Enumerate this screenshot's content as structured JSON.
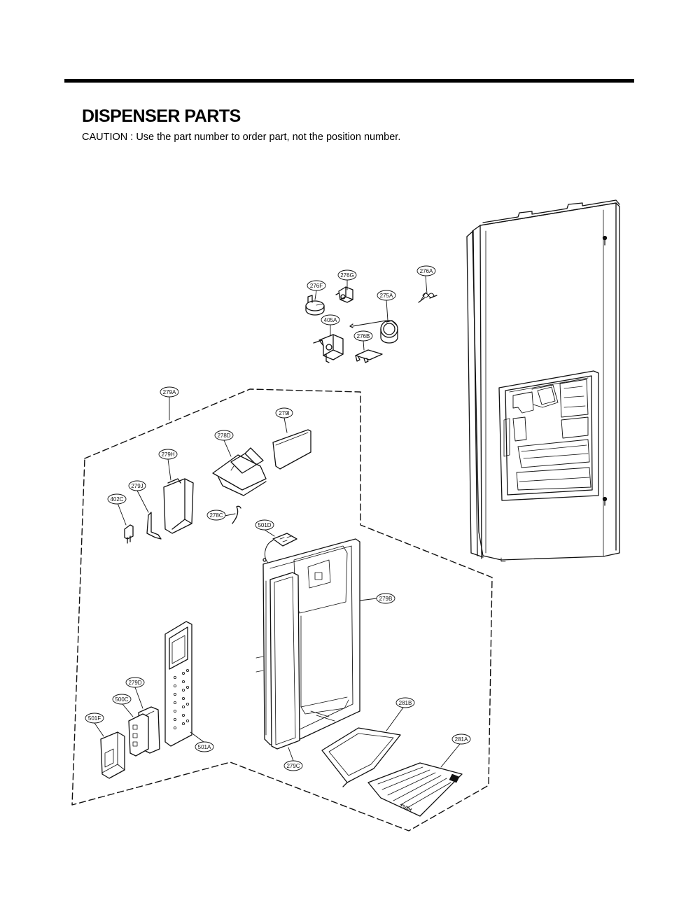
{
  "page": {
    "title": "DISPENSER PARTS",
    "caution": "CAUTION : Use the part number to order part, not the position number."
  },
  "diagram": {
    "labels": {
      "276A": "276A",
      "276G": "276G",
      "276F": "276F",
      "275A": "275A",
      "405A": "405A",
      "276B": "276B",
      "279A": "279A",
      "279I": "279I",
      "278D": "278D",
      "279H": "279H",
      "279J": "279J",
      "402C": "402C",
      "278C": "278C",
      "501D": "501D",
      "279B": "279B",
      "279D": "279D",
      "500C": "500C",
      "501F": "501F",
      "501A": "501A",
      "279C": "279C",
      "281B": "281B",
      "281A": "281A"
    },
    "tray_text": "PUSH"
  },
  "colors": {
    "line": "#111111",
    "background": "#ffffff"
  }
}
